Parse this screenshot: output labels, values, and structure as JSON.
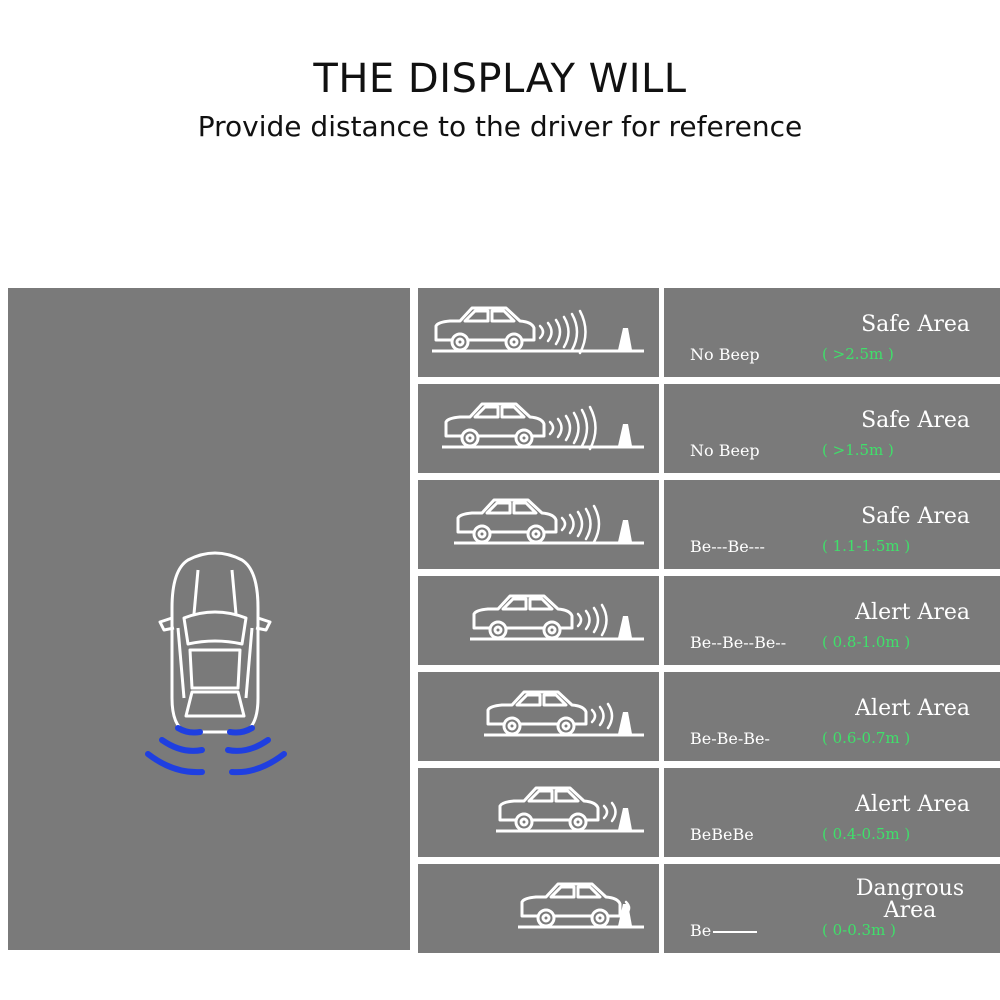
{
  "header": {
    "title": "THE DISPLAY WILL",
    "subtitle": "Provide distance to the driver for reference"
  },
  "colors": {
    "panel_gray": "#7a7a7a",
    "range_green": "#3fe06a",
    "sensor_blue": "#1f3fe0"
  },
  "rows": [
    {
      "area": "Safe Area",
      "beep": "No Beep",
      "range": "( >2.5m )",
      "waves": 6
    },
    {
      "area": "Safe Area",
      "beep": "No Beep",
      "range": "( >1.5m )",
      "waves": 6
    },
    {
      "area": "Safe Area",
      "beep": "Be---Be---",
      "range": "( 1.1-1.5m )",
      "waves": 5
    },
    {
      "area": "Alert Area",
      "beep": "Be--Be--Be--",
      "range": "( 0.8-1.0m )",
      "waves": 4
    },
    {
      "area": "Alert Area",
      "beep": "Be-Be-Be-",
      "range": "( 0.6-0.7m )",
      "waves": 3
    },
    {
      "area": "Alert Area",
      "beep": "BeBeBe",
      "range": "( 0.4-0.5m )",
      "waves": 2
    },
    {
      "area": "Dangrous Area",
      "area_line1": "Dangrous",
      "area_line2": "Area",
      "beep": "Be",
      "range": "( 0-0.3m )",
      "waves": 1
    }
  ]
}
